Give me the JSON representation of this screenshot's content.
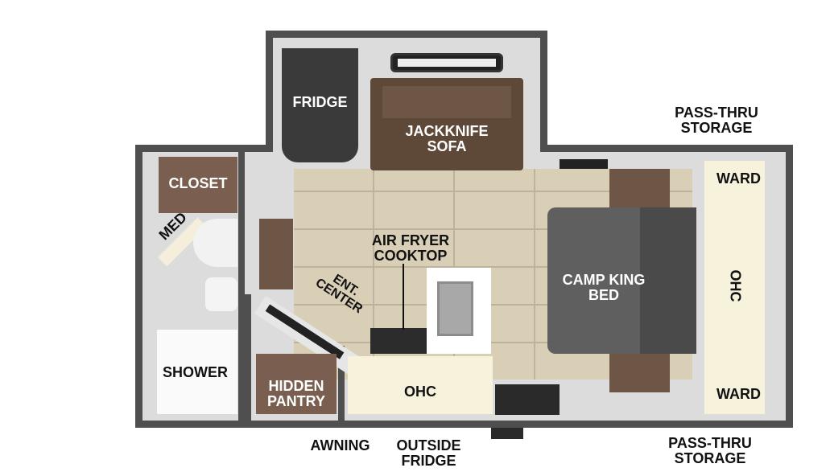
{
  "labels": {
    "fridge": "FRIDGE",
    "sofa_1": "JACKKNIFE",
    "sofa_2": "SOFA",
    "pass_thru_top_1": "PASS-THRU",
    "pass_thru_top_2": "STORAGE",
    "ward_top": "WARD",
    "ohc_right": "OHC",
    "ward_bottom": "WARD",
    "closet": "CLOSET",
    "med": "MED",
    "cooktop_1": "AIR FRYER",
    "cooktop_2": "COOKTOP",
    "ent_1": "ENT.",
    "ent_2": "CENTER",
    "bed_1": "CAMP KING",
    "bed_2": "BED",
    "shower": "SHOWER",
    "pantry_1": "HIDDEN",
    "pantry_2": "PANTRY",
    "ohc_bottom": "OHC",
    "awning": "AWNING",
    "outside_fridge_1": "OUTSIDE",
    "outside_fridge_2": "FRIDGE",
    "pass_thru_bottom_1": "PASS-THRU",
    "pass_thru_bottom_2": "STORAGE"
  },
  "colors": {
    "wall": "#4f4f4f",
    "floor": "#dcdcdc",
    "tile": "#d9cfb7",
    "wood": "#6e5646",
    "cream": "#f7f2dc"
  }
}
